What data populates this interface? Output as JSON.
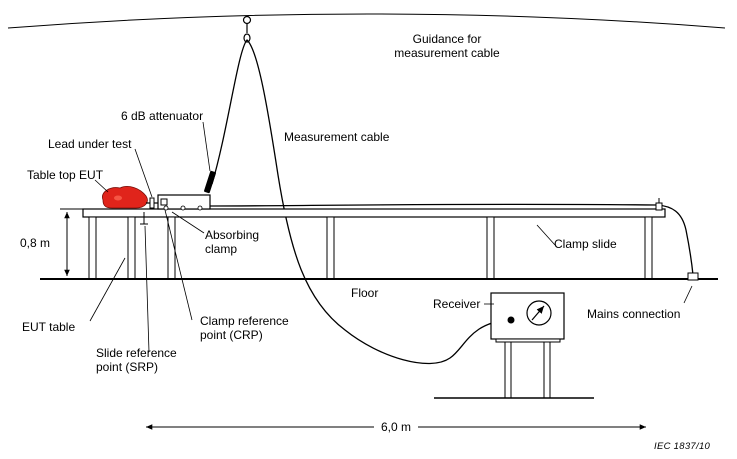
{
  "labels": {
    "guidance_line1": "Guidance for",
    "guidance_line2": "measurement cable",
    "attenuator": "6 dB attenuator",
    "measurement_cable": "Measurement cable",
    "lead_under_test": "Lead under test",
    "table_top_eut": "Table top EUT",
    "absorbing_clamp_line1": "Absorbing",
    "absorbing_clamp_line2": "clamp",
    "clamp_slide": "Clamp slide",
    "height": "0,8 m",
    "floor": "Floor",
    "receiver": "Receiver",
    "mains_connection": "Mains connection",
    "eut_table": "EUT table",
    "crp_line1": "Clamp reference",
    "crp_line2": "point (CRP)",
    "srp_line1": "Slide reference",
    "srp_line2": "point (SRP)",
    "length": "6,0 m",
    "figure_id": "IEC   1837/10"
  },
  "colors": {
    "eut_fill": "#e0241b",
    "line": "#000000",
    "background": "#ffffff"
  }
}
